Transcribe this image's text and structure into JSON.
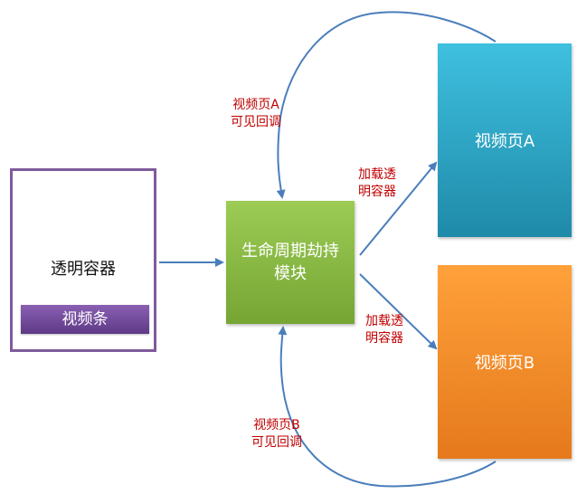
{
  "container": {
    "title": "透明容器",
    "video_bar": "视频条"
  },
  "lifecycle": {
    "line1": "生命周期劫持",
    "line2": "模块"
  },
  "page_a": {
    "label": "视频页A"
  },
  "page_b": {
    "label": "视频页B"
  },
  "callback_a": {
    "line1": "视频页A",
    "line2": "可见回调"
  },
  "callback_b": {
    "line1": "视频页B",
    "line2": "可见回调"
  },
  "load_a": {
    "line1": "加载透",
    "line2": "明容器"
  },
  "load_b": {
    "line1": "加载透",
    "line2": "明容器"
  },
  "colors": {
    "arrow": "#4a7ebb",
    "container_border": "#7e5b9c",
    "lifecycle": "#8dbb47",
    "page_a": "#2ea6c6",
    "page_b": "#f58b2a",
    "label": "#c00000"
  }
}
